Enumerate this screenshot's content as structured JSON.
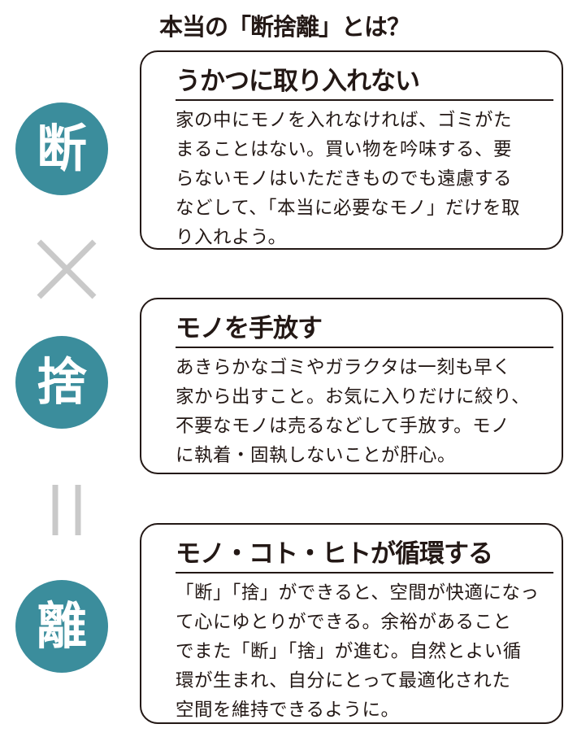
{
  "title": "本当の「断捨離」とは？",
  "accent_color": "#3b8d9c",
  "sections": [
    {
      "kanji": "断",
      "heading": "うかつに取り入れない",
      "lines": [
        "家の中にモノを入れなければ、ゴミがた",
        "まることはない。買い物を吟味する、要",
        "らないモノはいただきものでも遠慮する",
        "などして、「本当に必要なモノ」だけを取",
        "り入れよう。"
      ]
    },
    {
      "kanji": "捨",
      "heading": "モノを手放す",
      "lines": [
        "あきらかなゴミやガラクタは一刻も早く",
        "家から出すこと。お気に入りだけに絞り、",
        "不要なモノは売るなどして手放す。モノ",
        "に執着・固執しないことが肝心。"
      ]
    },
    {
      "kanji": "離",
      "heading": "モノ・コト・ヒトが循環する",
      "lines": [
        "「断」「捨」ができると、空間が快適になっ",
        "て心にゆとりができる。余裕があること",
        "でまた「断」「捨」が進む。自然とよい循",
        "環が生まれ、自分にとって最適化された",
        "空間を維持できるように。"
      ]
    }
  ]
}
